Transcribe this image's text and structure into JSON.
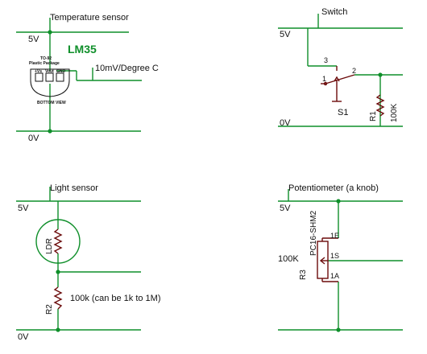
{
  "colors": {
    "wire": "#0f8f2a",
    "part": "#6b0a0a",
    "text": "#111111",
    "background": "#ffffff"
  },
  "temperature": {
    "title": "Temperature sensor",
    "rail_top": "5V",
    "rail_bottom": "0V",
    "part_name": "LM35",
    "package_line1": "TO-92",
    "package_line2": "Plastic Package",
    "pin1": "+Vs",
    "pin2": "Vout",
    "pin3": "GND",
    "view_label": "BOTTOM VIEW",
    "output_label": "10mV/Degree C"
  },
  "switch": {
    "title": "Switch",
    "rail_top": "5V",
    "rail_bottom": "0V",
    "pin3": "3",
    "pin2": "2",
    "pin1": "1",
    "switch_name": "S1",
    "resistor_name": "R1",
    "resistor_value": "100K"
  },
  "light": {
    "title": "Light sensor",
    "rail_top": "5V",
    "rail_bottom": "0V",
    "ldr_label": "LDR",
    "resistor_name": "R2",
    "resistor_value": "100k (can be 1k to 1M)"
  },
  "pot": {
    "title": "Potentiometer (a knob)",
    "rail_top": "5V",
    "value": "100K",
    "part_number": "PC16-SHM2",
    "name": "R3",
    "pin_e": "1E",
    "pin_s": "1S",
    "pin_a": "1A"
  }
}
